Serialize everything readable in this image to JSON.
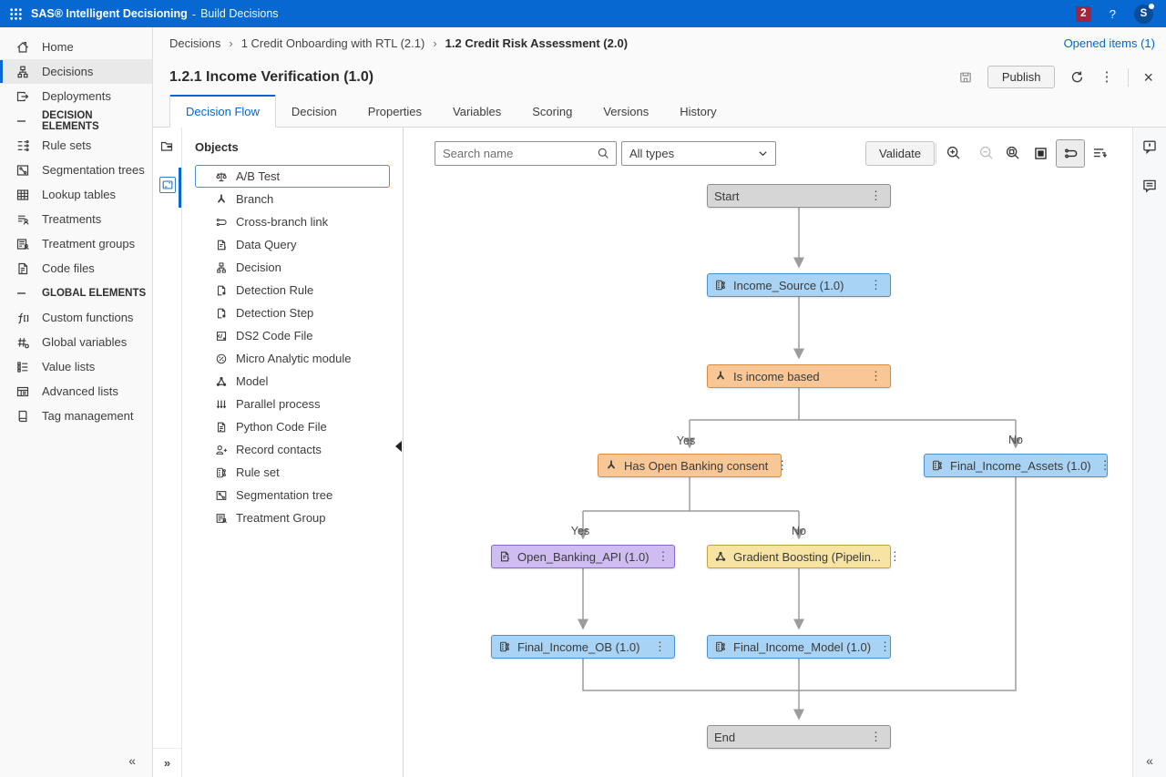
{
  "palette": {
    "appbar_blue": "#0768d2",
    "accent_blue": "#0766d1",
    "badge_red": "#a02640",
    "edge_gray": "#9c9c9c",
    "node_gray_bg": "#d6d6d6",
    "node_gray_border": "#8f8f8f",
    "node_blue_bg": "#a9d3f4",
    "node_blue_border": "#4a92cf",
    "node_orange_bg": "#f8c795",
    "node_orange_border": "#d98b3f",
    "node_purple_bg": "#cfbdf1",
    "node_purple_border": "#8468cd",
    "node_yellow_bg": "#f7e3a3",
    "node_yellow_border": "#c3a23d"
  },
  "app_bar": {
    "app_name": "SAS® Intelligent Decisioning",
    "separator": "-",
    "context": "Build Decisions",
    "notification_count": "2",
    "help_label": "?",
    "avatar_initial": "S"
  },
  "sidebar": {
    "items": [
      {
        "label": "Home",
        "icon": "home-icon"
      },
      {
        "label": "Decisions",
        "icon": "decisions-icon",
        "active": true
      },
      {
        "label": "Deployments",
        "icon": "deployments-icon"
      },
      {
        "label": "DECISION ELEMENTS",
        "icon": "dash-icon",
        "section": true
      },
      {
        "label": "Rule sets",
        "icon": "rule-sets-icon"
      },
      {
        "label": "Segmentation trees",
        "icon": "segmentation-trees-icon"
      },
      {
        "label": "Lookup tables",
        "icon": "lookup-tables-icon"
      },
      {
        "label": "Treatments",
        "icon": "treatments-icon"
      },
      {
        "label": "Treatment groups",
        "icon": "treatment-groups-icon"
      },
      {
        "label": "Code files",
        "icon": "code-files-icon"
      },
      {
        "label": "GLOBAL ELEMENTS",
        "icon": "dash-icon",
        "section": true
      },
      {
        "label": "Custom functions",
        "icon": "custom-functions-icon"
      },
      {
        "label": "Global variables",
        "icon": "global-variables-icon"
      },
      {
        "label": "Value lists",
        "icon": "value-lists-icon"
      },
      {
        "label": "Advanced lists",
        "icon": "advanced-lists-icon"
      },
      {
        "label": "Tag management",
        "icon": "tag-management-icon"
      }
    ],
    "collapse_glyph": "«"
  },
  "breadcrumb": {
    "separator": "›",
    "items": [
      "Decisions",
      "1 Credit Onboarding with RTL (2.1)",
      "1.2 Credit Risk Assessment (2.0)"
    ],
    "opened_items_label": "Opened items (1)"
  },
  "header": {
    "title": "1.2.1 Income Verification (1.0)",
    "publish_label": "Publish",
    "menu_glyph": "⋮",
    "close_glyph": "×"
  },
  "tabs": {
    "active": "Decision Flow",
    "items": [
      {
        "label": "Decision Flow"
      },
      {
        "label": "Decision"
      },
      {
        "label": "Properties"
      },
      {
        "label": "Variables"
      },
      {
        "label": "Scoring"
      },
      {
        "label": "Versions"
      },
      {
        "label": "History"
      }
    ]
  },
  "objects_panel": {
    "title": "Objects",
    "expand_glyph": "»",
    "items": [
      {
        "label": "A/B Test",
        "icon": "ab-test-icon",
        "selected": true
      },
      {
        "label": "Branch",
        "icon": "branch-icon"
      },
      {
        "label": "Cross-branch link",
        "icon": "cross-branch-link-icon"
      },
      {
        "label": "Data Query",
        "icon": "data-query-icon"
      },
      {
        "label": "Decision",
        "icon": "decision-icon"
      },
      {
        "label": "Detection Rule",
        "icon": "detection-rule-icon"
      },
      {
        "label": "Detection Step",
        "icon": "detection-step-icon"
      },
      {
        "label": "DS2 Code File",
        "icon": "ds2-code-file-icon"
      },
      {
        "label": "Micro Analytic module",
        "icon": "micro-analytic-module-icon"
      },
      {
        "label": "Model",
        "icon": "model-icon"
      },
      {
        "label": "Parallel process",
        "icon": "parallel-process-icon"
      },
      {
        "label": "Python Code File",
        "icon": "python-code-file-icon"
      },
      {
        "label": "Record contacts",
        "icon": "record-contacts-icon"
      },
      {
        "label": "Rule set",
        "icon": "rule-set-icon"
      },
      {
        "label": "Segmentation tree",
        "icon": "segmentation-tree-icon"
      },
      {
        "label": "Treatment Group",
        "icon": "treatment-group-icon"
      }
    ]
  },
  "canvas_toolbar": {
    "search_placeholder": "Search name",
    "type_filter_value": "All types",
    "validate_label": "Validate"
  },
  "flow": {
    "nodes": [
      {
        "label": "Start",
        "type": "start",
        "color": "gray"
      },
      {
        "label": "Income_Source (1.0)",
        "type": "rule-set",
        "color": "blue"
      },
      {
        "label": "Is income based",
        "type": "branch",
        "color": "orange"
      },
      {
        "label": "Has Open Banking consent",
        "type": "branch",
        "color": "orange"
      },
      {
        "label": "Final_Income_Assets (1.0)",
        "type": "rule-set",
        "color": "blue"
      },
      {
        "label": "Open_Banking_API (1.0)",
        "type": "data-query",
        "color": "purple"
      },
      {
        "label": "Gradient Boosting (Pipelin...",
        "type": "model",
        "color": "yellow"
      },
      {
        "label": "Final_Income_OB (1.0)",
        "type": "rule-set",
        "color": "blue"
      },
      {
        "label": "Final_Income_Model (1.0)",
        "type": "rule-set",
        "color": "blue"
      },
      {
        "label": "End",
        "type": "end",
        "color": "gray"
      }
    ],
    "node_menu_glyph": "⋮",
    "edge_labels": {
      "branch1_yes": "Yes",
      "branch1_no": "No",
      "branch2_yes": "Yes",
      "branch2_no": "No"
    }
  },
  "right_rail": {
    "collapse_glyph": "«"
  }
}
